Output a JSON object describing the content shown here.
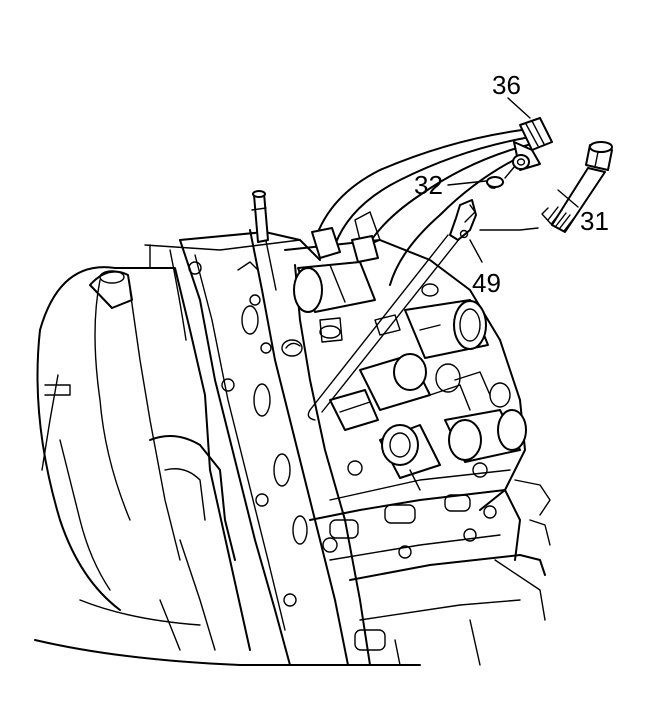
{
  "callouts": {
    "wiring_harness_connector": "36",
    "seal_ring": "32",
    "bolt": "31",
    "retainer_bracket": "49"
  },
  "colors": {
    "line": "#000000",
    "background": "#ffffff"
  }
}
